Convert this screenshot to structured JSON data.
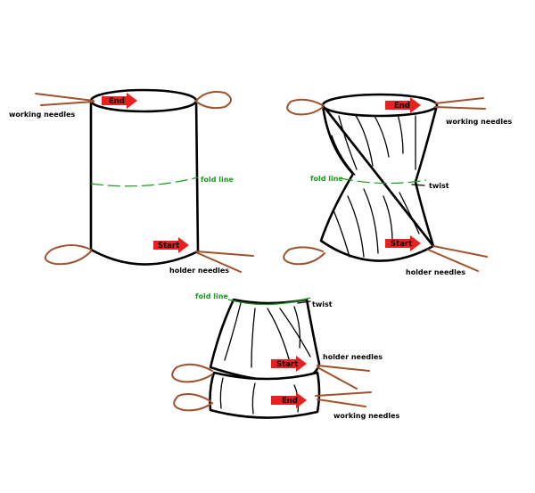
{
  "colors": {
    "arrow": "#e8201f",
    "needle": "#a0522d",
    "fold_line": "#1a9a1a",
    "outline": "#000000"
  },
  "diagram1": {
    "end_arrow": "End",
    "start_arrow": "Start",
    "working_needles": "working needles",
    "fold_line": "fold line",
    "holder_needles": "holder needles"
  },
  "diagram2": {
    "end_arrow": "End",
    "start_arrow": "Start",
    "working_needles": "working needles",
    "fold_line": "fold line",
    "twist": "twist",
    "holder_needles": "holder needles"
  },
  "diagram3": {
    "fold_line": "fold line",
    "twist": "twist",
    "start_arrow": "Start",
    "holder_needles": "holder needles",
    "end_arrow": "End",
    "working_needles": "working needles"
  }
}
